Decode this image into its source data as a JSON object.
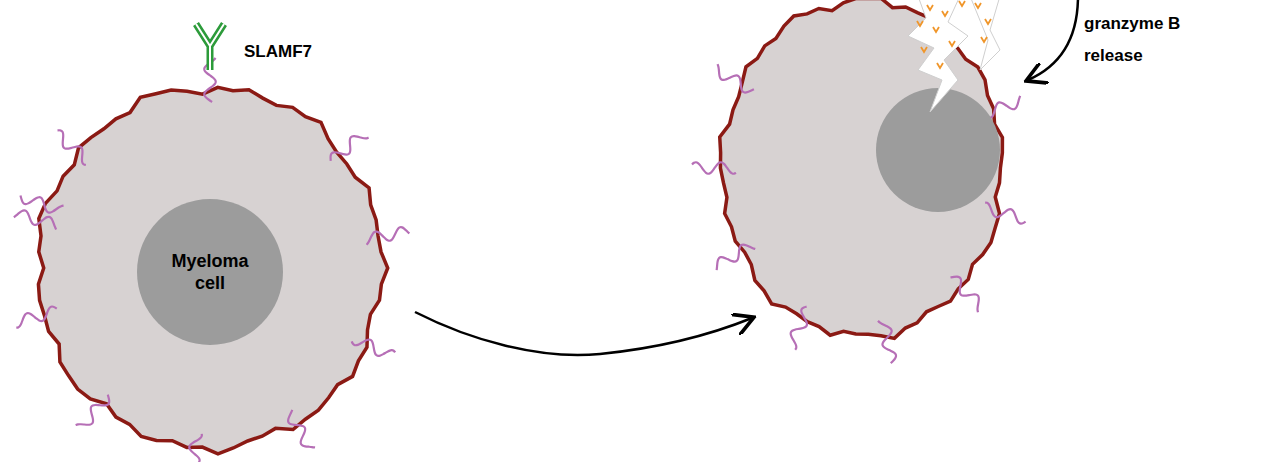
{
  "diagram": {
    "nodes": [
      {
        "text": [
          "Myeloma cell"
        ]
      }
    ],
    "labels": [
      "SLAMF7",
      "granzyme B release"
    ]
  }
}
